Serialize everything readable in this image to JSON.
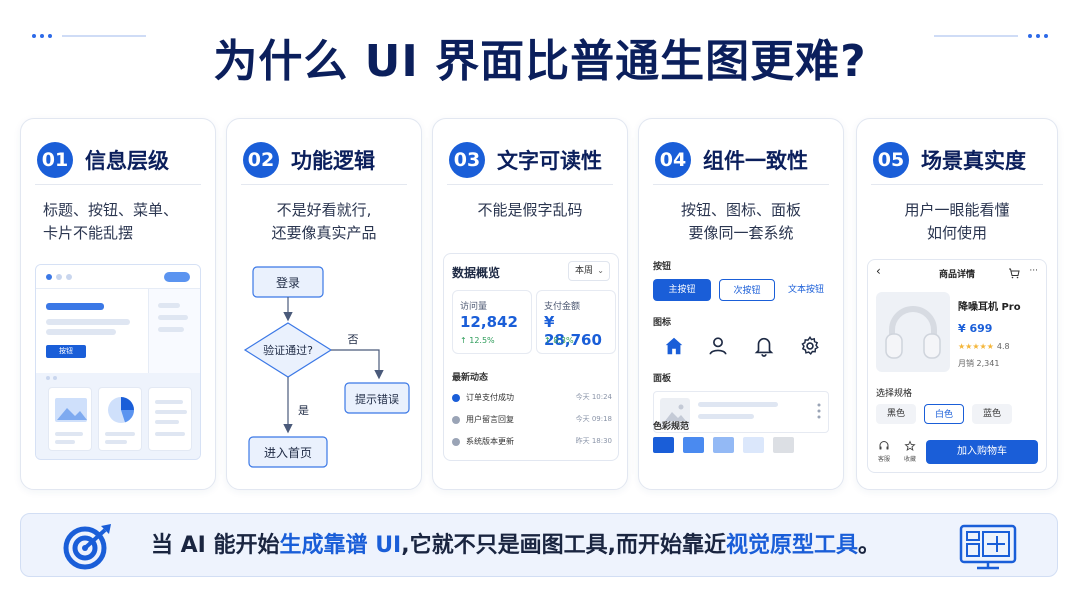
{
  "title": "为什么 UI 界面比普通生图更难?",
  "cards": [
    {
      "num": "01",
      "title": "信息层级",
      "desc_line1": "标题、按钮、菜单、",
      "desc_line2": "卡片不能乱摆",
      "mock_button": "按钮"
    },
    {
      "num": "02",
      "title": "功能逻辑",
      "desc_line1": "不是好看就行,",
      "desc_line2": "还要像真实产品",
      "flow": {
        "login": "登录",
        "verify": "验证通过?",
        "no": "否",
        "error": "提示错误",
        "yes": "是",
        "home": "进入首页"
      }
    },
    {
      "num": "03",
      "title": "文字可读性",
      "desc_line1": "不能是假字乱码",
      "dashboard": {
        "title": "数据概览",
        "period": "本周",
        "visits_label": "访问量",
        "visits_value": "12,842",
        "visits_change": "↑ 12.5%",
        "pay_label": "支付金额",
        "pay_value": "¥ 28,760",
        "pay_change": "↑ 8.3%",
        "feed_title": "最新动态",
        "feed": [
          {
            "text": "订单支付成功",
            "time": "今天 10:24",
            "color": "#1a5ed8"
          },
          {
            "text": "用户留言回复",
            "time": "今天 09:18",
            "color": "#9aa4b6"
          },
          {
            "text": "系统版本更新",
            "time": "昨天 18:30",
            "color": "#9aa4b6"
          }
        ]
      }
    },
    {
      "num": "04",
      "title": "组件一致性",
      "desc_line1": "按钮、图标、面板",
      "desc_line2": "要像同一套系统",
      "components": {
        "buttons_label": "按钮",
        "primary": "主按钮",
        "secondary": "次按钮",
        "text_btn": "文本按钮",
        "icons_label": "图标",
        "panel_label": "面板",
        "colors_label": "色彩规范",
        "palette": [
          "#1a5ed8",
          "#4a8af0",
          "#93b9f5",
          "#dbe7fb",
          "#dcdfe4"
        ]
      }
    },
    {
      "num": "05",
      "title": "场景真实度",
      "desc_line1": "用户一眼能看懂",
      "desc_line2": "如何使用",
      "product": {
        "page_title": "商品详情",
        "name": "降噪耳机 Pro",
        "price": "¥ 699",
        "stars": "★★★★★",
        "rating": "4.8",
        "sold": "月销 2,341",
        "spec_label": "选择规格",
        "options": [
          "黑色",
          "白色",
          "蓝色"
        ],
        "service": "客服",
        "favorite": "收藏",
        "add_cart": "加入购物车"
      }
    }
  ],
  "banner": {
    "part1": "当 AI 能开始",
    "hl1": "生成靠谱 UI",
    "part2": ",它就不只是画图工具,而开始靠近",
    "hl2": "视觉原型工具",
    "part3": "。"
  },
  "colors": {
    "accent": "#1a5ed8",
    "title": "#0b1f5c",
    "banner_bg": "#eef3fd"
  }
}
